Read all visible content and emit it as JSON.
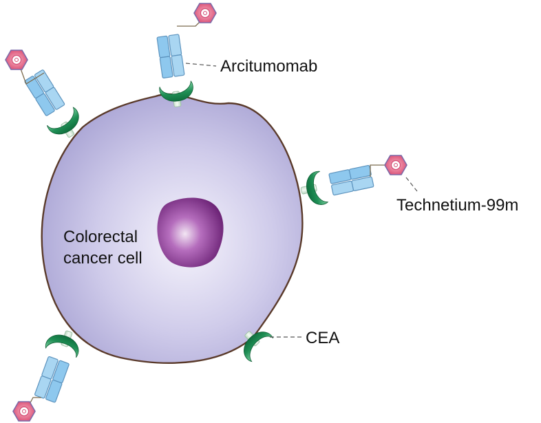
{
  "labels": {
    "antibody": "Arcitumomab",
    "isotope": "Technetium-99m",
    "cell": [
      "Colorectal",
      "cancer cell"
    ],
    "antigen": "CEA"
  },
  "colors": {
    "cell_fill_center": "#f4f2fb",
    "cell_fill_edge": "#a9a4d4",
    "cell_outline": "#5a3a2a",
    "nucleus": "#7a2e86",
    "cea_receptor": "#2f9a63",
    "antibody": "#8ec8ee",
    "technetium": "#e0587e"
  },
  "icons": [
    "cell-membrane",
    "nucleus",
    "cea-receptor",
    "antibody-y-shape",
    "hexagon-radiolabel"
  ]
}
